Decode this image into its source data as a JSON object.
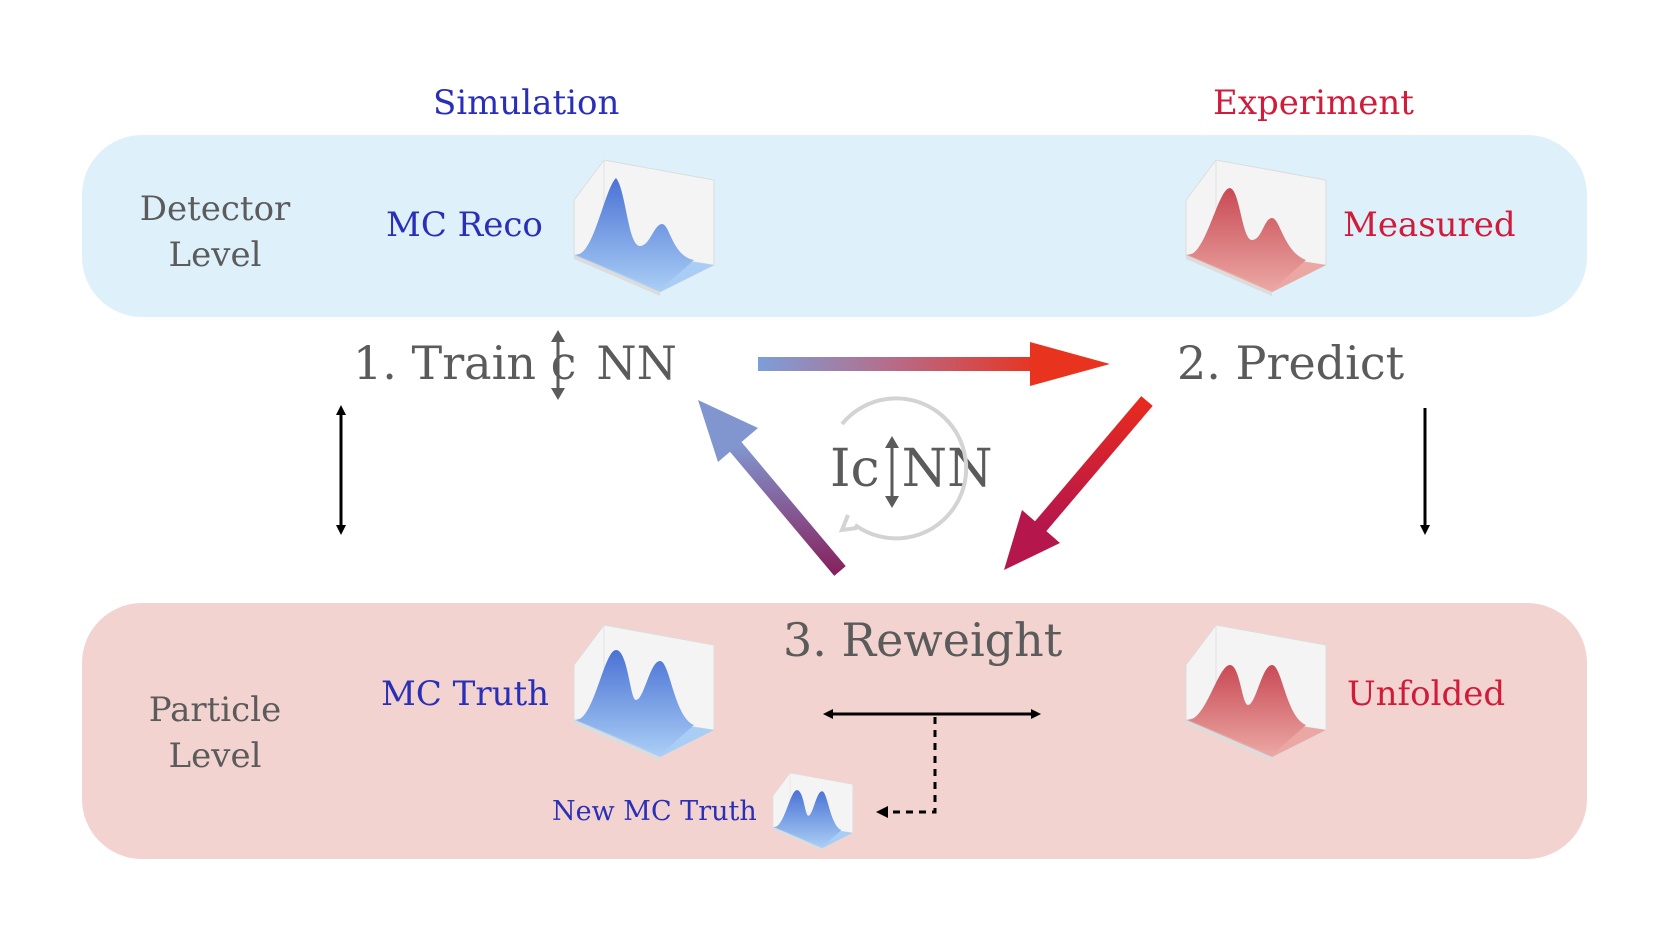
{
  "headers": {
    "simulation": "Simulation",
    "experiment": "Experiment"
  },
  "levels": {
    "detector": [
      "Detector",
      "Level"
    ],
    "particle": [
      "Particle",
      "Level"
    ]
  },
  "distributions": {
    "mc_reco": "MC Reco",
    "measured": "Measured",
    "mc_truth": "MC Truth",
    "unfolded": "Unfolded",
    "new_mc_truth": "New MC Truth"
  },
  "steps": {
    "train_prefix": "1. Train c",
    "train_suffix": "NN",
    "predict": "2. Predict",
    "reweight": "3. Reweight",
    "iterative_prefix": "Ic",
    "iterative_suffix": "NN"
  },
  "colors": {
    "detector_band": "#def1fb",
    "particle_band": "#f2d3d0",
    "simulation": "#2a2fb8",
    "experiment": "#d11b3a",
    "text_grey": "#5b5b5b"
  }
}
